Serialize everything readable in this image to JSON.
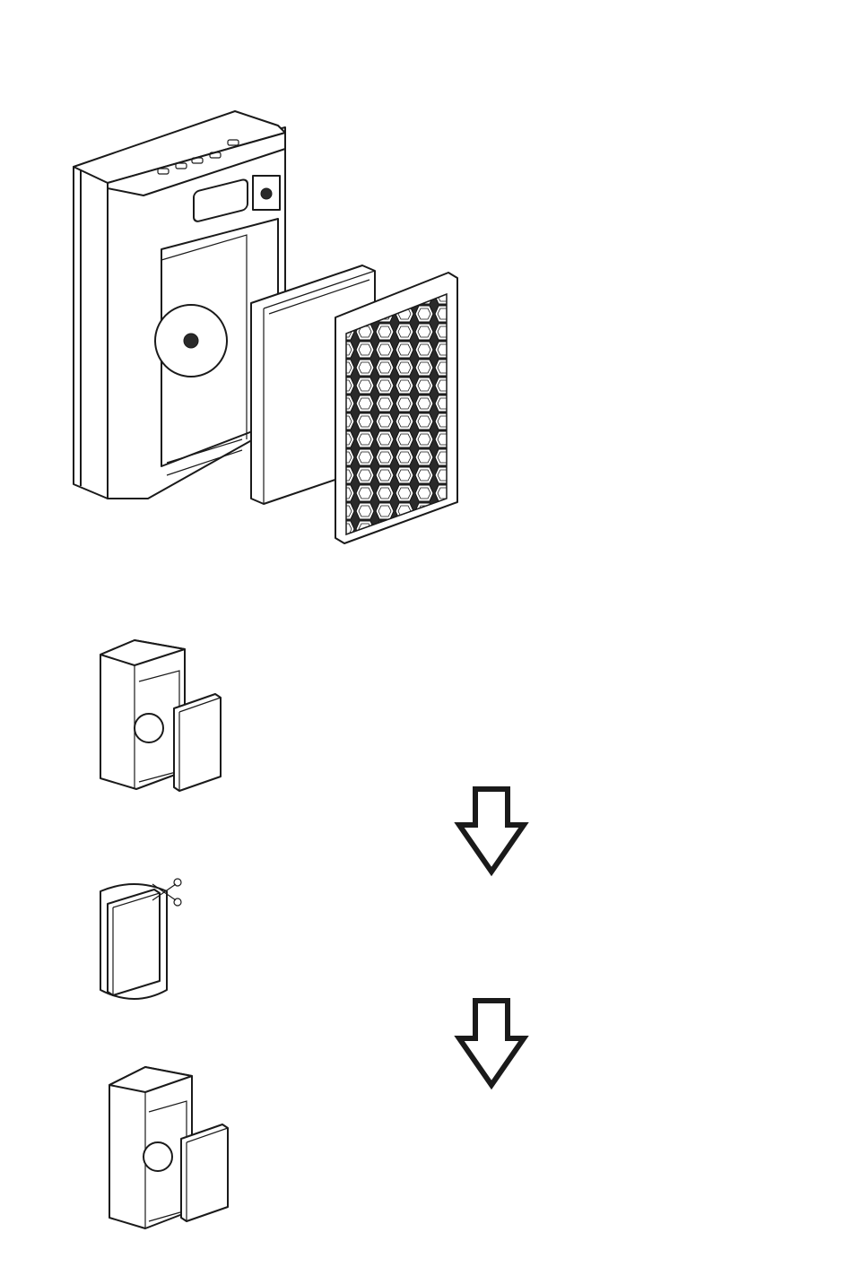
{
  "figure": {
    "steps": [
      {
        "id": "exploded-view",
        "description_visible_text": ""
      },
      {
        "id": "remove-filter"
      },
      {
        "id": "unpack-new-filter"
      },
      {
        "id": "insert-new-filter"
      }
    ],
    "arrow_direction": "down",
    "colors": {
      "line": "#1a1a1a",
      "background": "#ffffff"
    },
    "icons": [
      "air-purifier-icon",
      "filter-icon",
      "pre-filter-icon",
      "scissors-icon",
      "down-arrow-icon"
    ]
  }
}
